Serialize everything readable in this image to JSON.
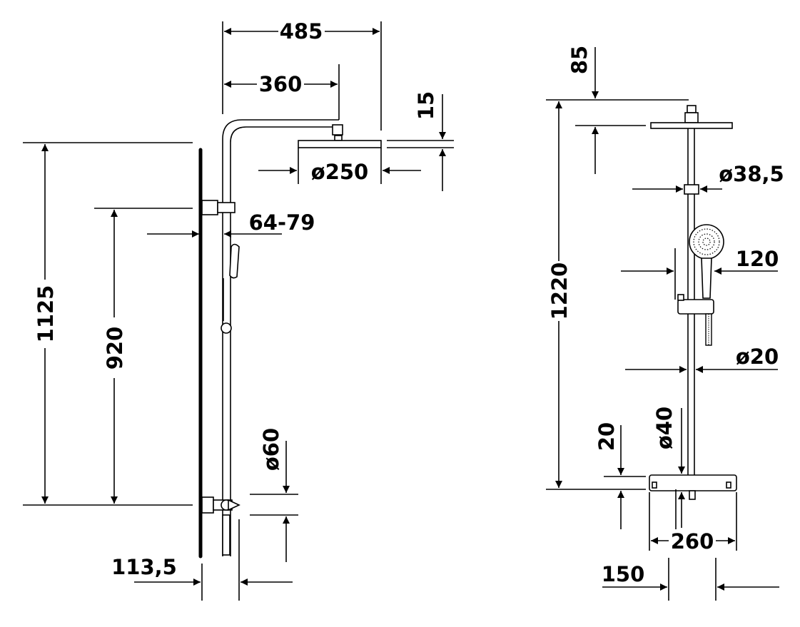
{
  "colors": {
    "ink": "#000000",
    "background": "#ffffff"
  },
  "side_view": {
    "dims": {
      "arm_total": "485",
      "arm_reach": "360",
      "head_thickness": "15",
      "head_diameter": "ø250",
      "total_height": "1125",
      "bar_height": "920",
      "bracket_offset": "64-79",
      "wall_offset": "113,5",
      "valve_height": "ø60"
    }
  },
  "front_view": {
    "dims": {
      "arm_offset": "85",
      "total_height": "1220",
      "bar_diameter": "ø38,5",
      "hand_shower": "120",
      "hose_diameter": "ø20",
      "valve_diameter": "ø40",
      "valve_offset": "20",
      "valve_width": "260",
      "connection_spacing": "150"
    }
  }
}
